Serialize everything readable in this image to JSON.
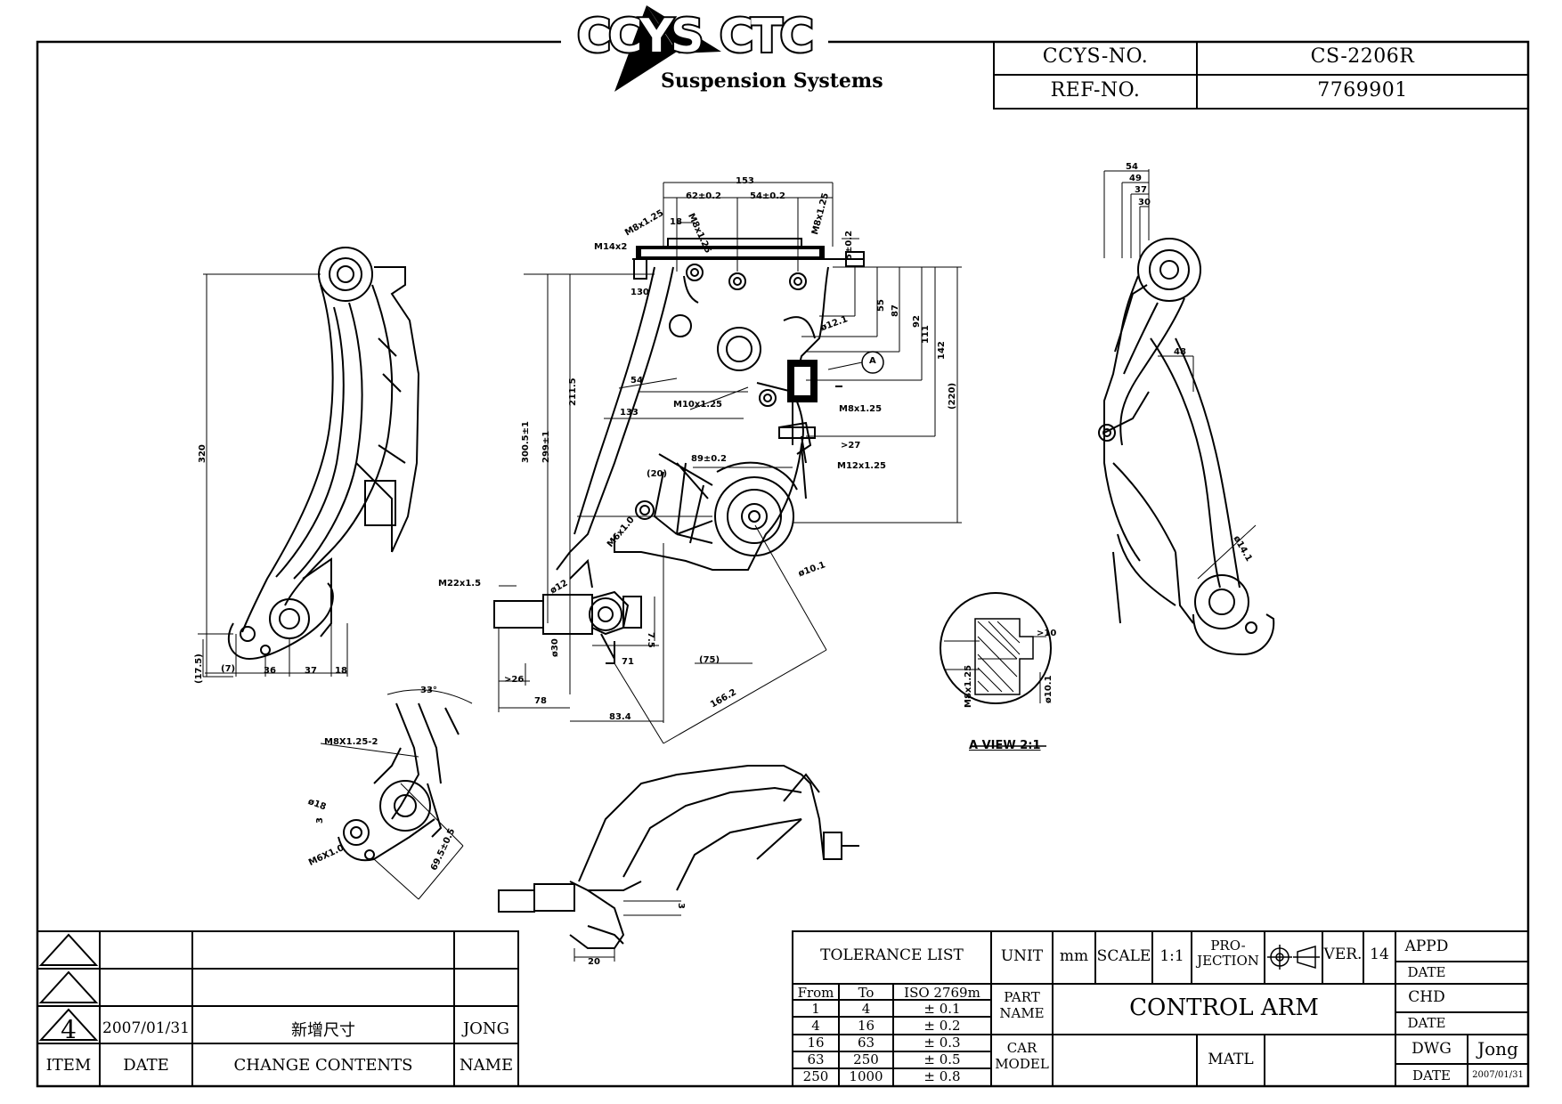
{
  "logo": {
    "brand": "CCYS CTC",
    "tagline": "Suspension Systems"
  },
  "header": {
    "ccys_no_label": "CCYS-NO.",
    "ccys_no_value": "CS-2206R",
    "ref_no_label": "REF-NO.",
    "ref_no_value": "7769901"
  },
  "revision": {
    "item_header": "ITEM",
    "date_header": "DATE",
    "contents_header": "CHANGE CONTENTS",
    "name_header": "NAME",
    "rows": [
      {
        "item": "",
        "date": "",
        "contents": "",
        "name": ""
      },
      {
        "item": "",
        "date": "",
        "contents": "",
        "name": ""
      },
      {
        "item": "4",
        "date": "2007/01/31",
        "contents": "新增尺寸",
        "name": "JONG"
      }
    ]
  },
  "tolerance": {
    "title": "TOLERANCE LIST",
    "col_from": "From",
    "col_to": "To",
    "col_iso": "ISO 2769m",
    "rows": [
      {
        "from": "1",
        "to": "4",
        "tol": "± 0.1"
      },
      {
        "from": "4",
        "to": "16",
        "tol": "± 0.2"
      },
      {
        "from": "16",
        "to": "63",
        "tol": "± 0.3"
      },
      {
        "from": "63",
        "to": "250",
        "tol": "± 0.5"
      },
      {
        "from": "250",
        "to": "1000",
        "tol": "± 0.8"
      }
    ]
  },
  "title_block": {
    "unit_label": "UNIT",
    "unit_value": "mm",
    "scale_label": "SCALE",
    "scale_value": "1:1",
    "projection_label_1": "PRO-",
    "projection_label_2": "JECTION",
    "ver_label": "VER.",
    "ver_value": "14",
    "part_name_label_1": "PART",
    "part_name_label_2": "NAME",
    "part_name_value": "CONTROL ARM",
    "car_model_label_1": "CAR",
    "car_model_label_2": "MODEL",
    "car_model_value": "",
    "matl_label": "MATL",
    "matl_value": "",
    "appd_label": "APPD",
    "appd_date_label": "DATE",
    "chd_label": "CHD",
    "chd_date_label": "DATE",
    "dwg_label": "DWG",
    "dwg_value": "Jong",
    "dwg_date_label": "DATE",
    "dwg_date_value": "2007/01/31"
  },
  "dimensions": {
    "front_view": [
      "153",
      "62±0.2",
      "54±0.2",
      "18",
      "M8x1.25",
      "M8x1.25",
      "M8x1.25",
      "M14x2",
      "5±0.2",
      "130",
      "55",
      "87",
      "92",
      "111",
      "142",
      "(220)",
      "ø12.1",
      "A",
      "54",
      "133",
      "M10x1.25",
      "M8x1.25",
      ">27",
      "M12x1.25",
      "211.5",
      "300.5±1",
      "299±1",
      "89±0.2",
      "(20)",
      "M6x1.0",
      "ø10.1",
      "M22x1.5",
      "ø12",
      "ø30",
      "7.5",
      "71",
      "(75)",
      ">26",
      "78",
      "83.4",
      "166.2"
    ],
    "left_view": [
      "320",
      "(17.5)",
      "(7)",
      "36",
      "37",
      "18"
    ],
    "right_view": [
      "54",
      "49",
      "37",
      "30",
      "48",
      "ø14.1"
    ],
    "detail_view": [
      "33°",
      "M8X1.25-2",
      "ø18",
      "M6X1.0",
      "69.5±0.5",
      "3"
    ],
    "bottom_view": [
      "20",
      "3"
    ],
    "section_view": [
      ">10",
      "M8x1.25",
      "ø10.1"
    ],
    "section_label": "A VIEW 2:1"
  }
}
